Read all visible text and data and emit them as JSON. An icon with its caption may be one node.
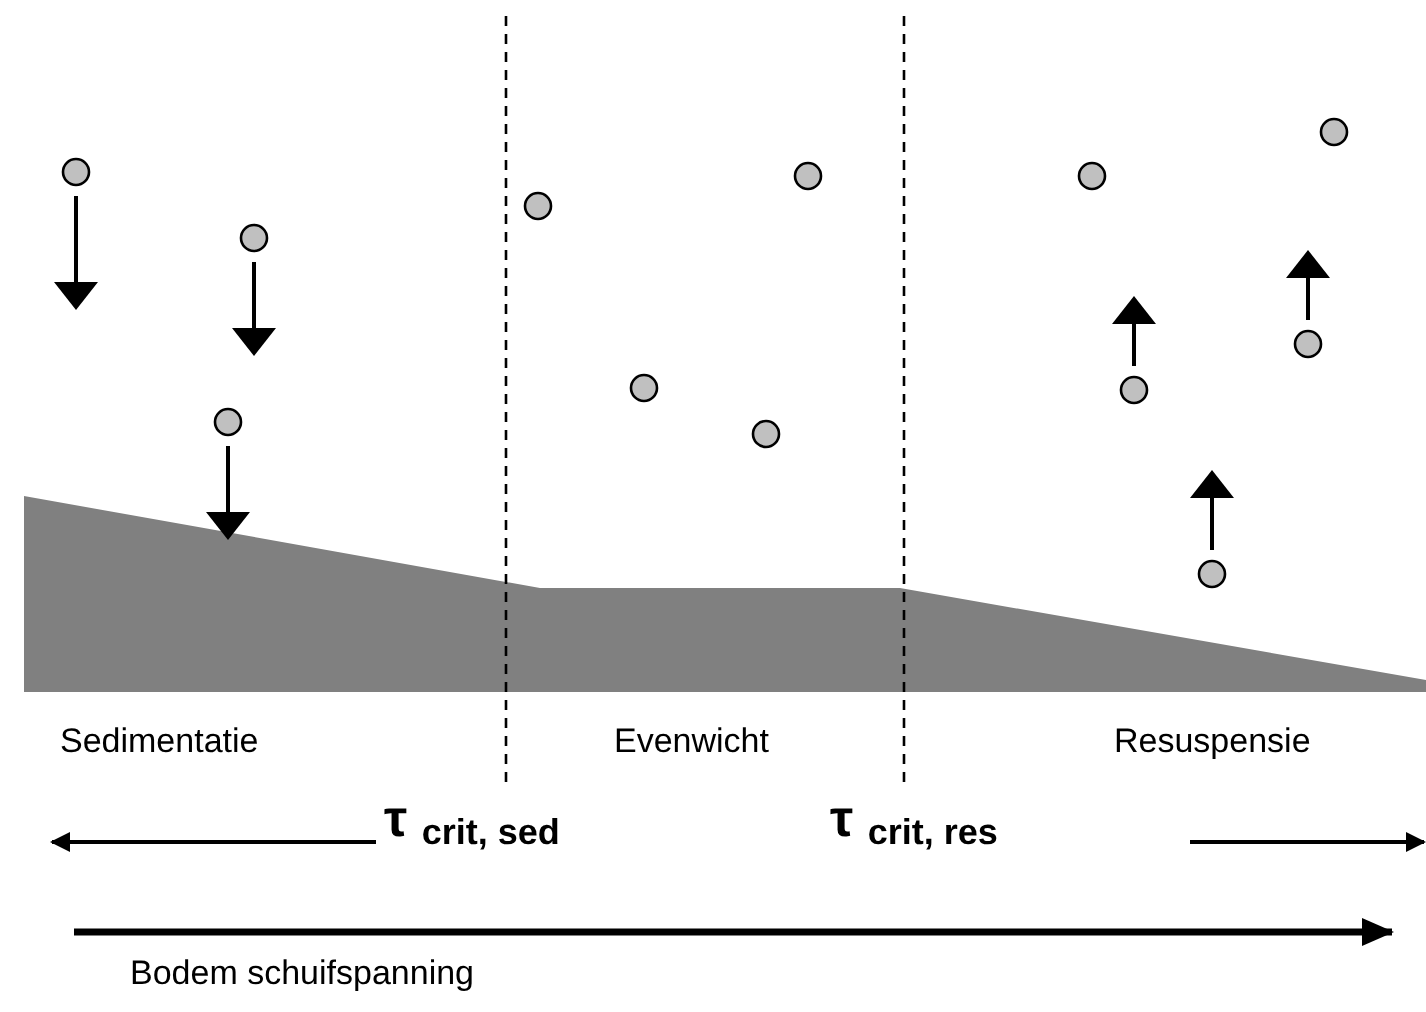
{
  "diagram": {
    "labels": [
      "Sedimentatie",
      "Evenwicht",
      "Resuspensie",
      "τ $_{crit, sed}$",
      "τ $_{crit, res}$",
      "Bodem schuifspanning"
    ]
  }
}
